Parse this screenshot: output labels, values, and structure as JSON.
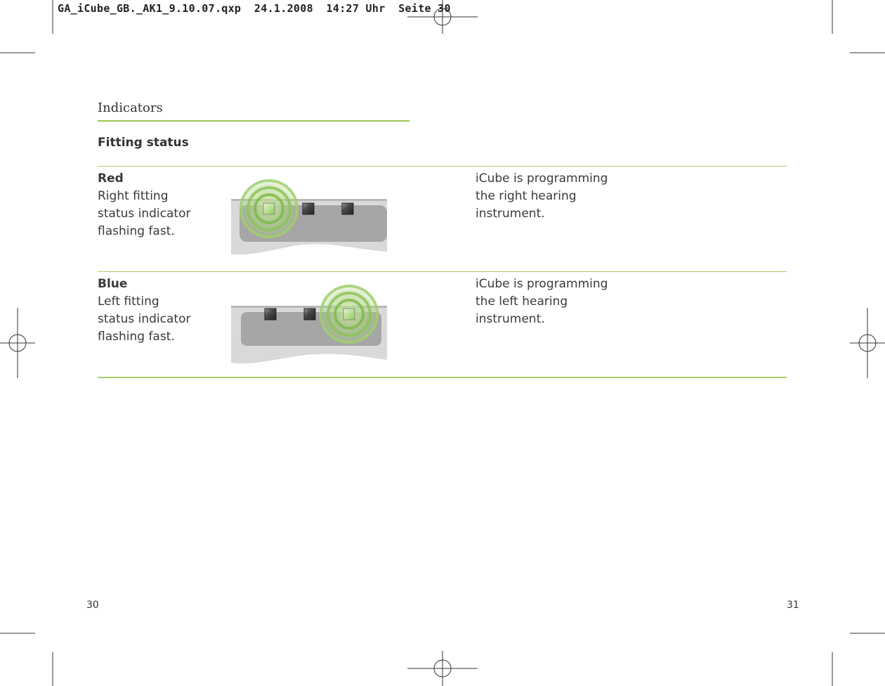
{
  "slug": {
    "text": "GA_iCube_GB._AK1_9.10.07.qxp  24.1.2008  14:27 Uhr  Seite 30"
  },
  "section": {
    "title": "Indicators",
    "subtitle": "Fitting status"
  },
  "rows": [
    {
      "name": "Red",
      "lines": [
        "Right fitting",
        "status indicator",
        "flashing fast."
      ],
      "description": [
        "iCube is programming",
        "the right hearing",
        "instrument."
      ],
      "active_indicator": 1
    },
    {
      "name": "Blue",
      "lines": [
        "Left fitting",
        "status indicator",
        "flashing fast."
      ],
      "description": [
        "iCube is programming",
        "the left hearing",
        "instrument."
      ],
      "active_indicator": 3
    }
  ],
  "page_numbers": {
    "left": "30",
    "right": "31"
  },
  "colors": {
    "accent": "#9dc450",
    "indicator_active": "#9fd268",
    "indicator_inactive": "#4a4a4a"
  }
}
